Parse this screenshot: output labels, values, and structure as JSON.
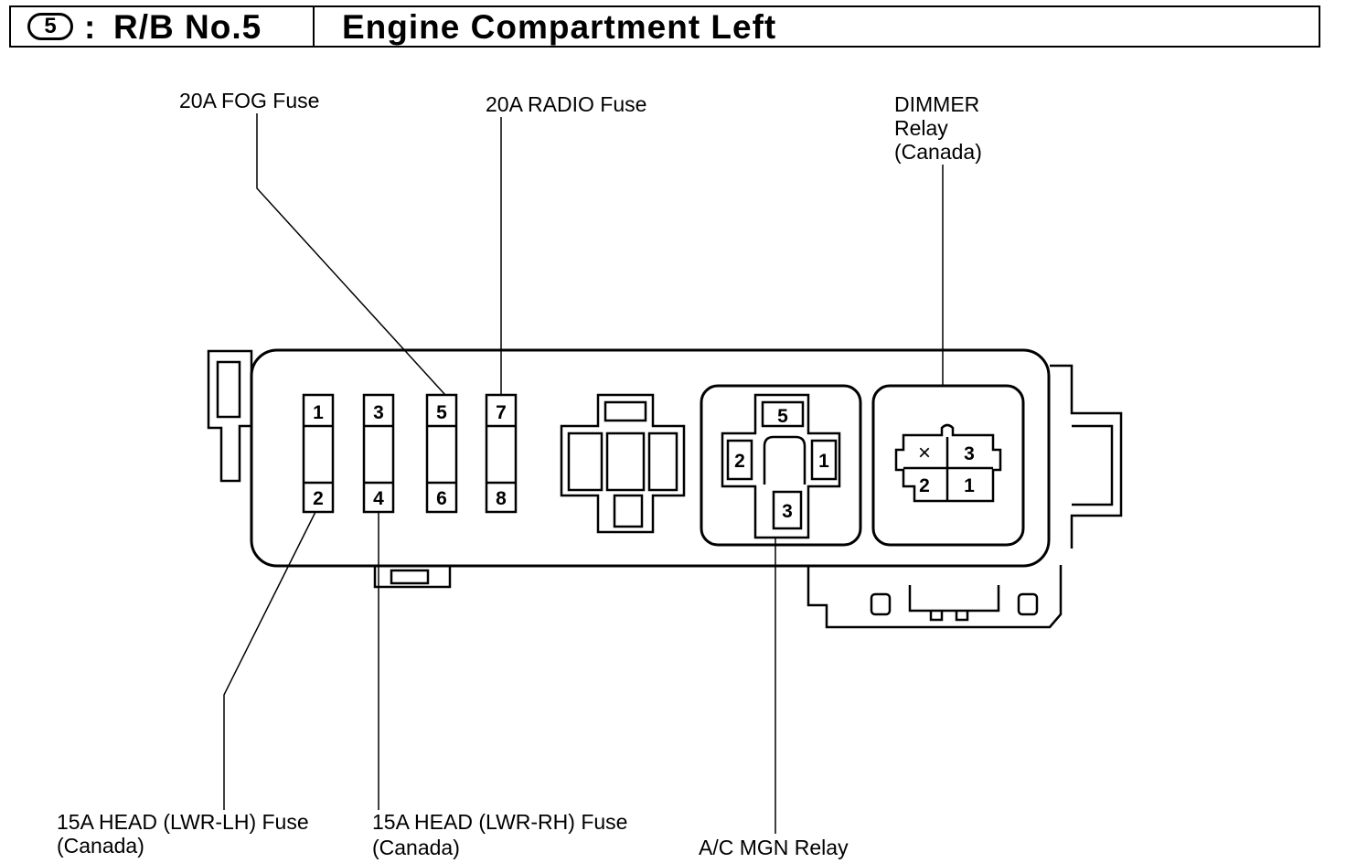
{
  "header": {
    "badge": "5",
    "colon": ":",
    "block_id": "R/B No.5",
    "title": "Engine Compartment Left"
  },
  "labels": {
    "fog_fuse": "20A FOG Fuse",
    "radio_fuse": "20A RADIO Fuse",
    "dimmer_line1": "DIMMER",
    "dimmer_line2": "Relay",
    "dimmer_line3": "(Canada)",
    "head_lh_line1": "15A HEAD (LWR-LH) Fuse",
    "head_lh_line2": "(Canada)",
    "head_rh_line1": "15A HEAD (LWR-RH) Fuse",
    "head_rh_line2": "(Canada)",
    "ac_relay": "A/C MGN Relay"
  },
  "fuses": [
    {
      "top": "1",
      "bottom": "2"
    },
    {
      "top": "3",
      "bottom": "4"
    },
    {
      "top": "5",
      "bottom": "6"
    },
    {
      "top": "7",
      "bottom": "8"
    }
  ],
  "ac_relay_pins": {
    "top": "5",
    "left": "2",
    "right": "1",
    "bottom": "3"
  },
  "dimmer_relay_pins": {
    "top_left": "×",
    "top_right": "3",
    "bottom_left": "2",
    "bottom_right": "1"
  }
}
